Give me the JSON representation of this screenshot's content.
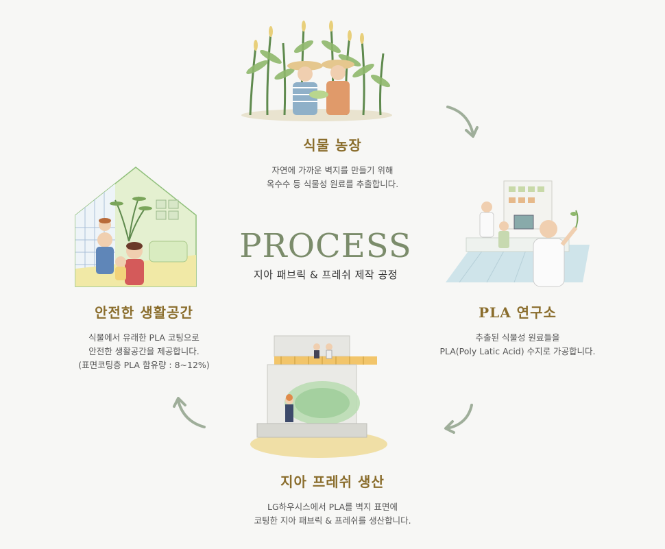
{
  "center": {
    "title": "PROCESS",
    "subtitle": "지아 패브릭 & 프레쉬 제작 공정"
  },
  "steps": {
    "farm": {
      "title": "식물 농장",
      "lines": [
        "자연에 가까운 벽지를 만들기 위해",
        "옥수수 등 식물성 원료를 추출합니다."
      ]
    },
    "lab": {
      "title": "PLA 연구소",
      "lines": [
        "추출된 식물성 원료들을",
        "PLA(Poly Latic Acid) 수지로 가공합니다."
      ]
    },
    "factory": {
      "title": "지아 프레쉬 생산",
      "lines": [
        "LG하우시스에서 PLA를 벽지 표면에",
        "코팅한 지아 패브릭 & 프레쉬를 생산합니다."
      ]
    },
    "home": {
      "title": "안전한 생활공간",
      "lines": [
        "식물에서 유래한 PLA 코팅으로",
        "안전한 생활공간을 제공합니다.",
        "(표면코팅층 PLA 함유량 : 8~12%)"
      ]
    }
  },
  "colors": {
    "accent_green": "#7b8c6b",
    "title_gold": "#8a6d2c",
    "arrow": "#9fae9a"
  }
}
